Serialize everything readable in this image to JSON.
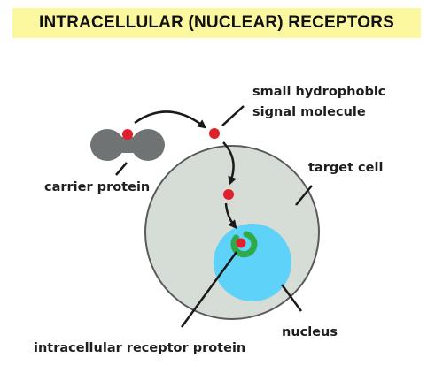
{
  "title": "INTRACELLULAR (NUCLEAR) RECEPTORS",
  "labels": {
    "signal_line1": "small hydrophobic",
    "signal_line2": "signal molecule",
    "target_cell": "target cell",
    "carrier_protein": "carrier protein",
    "nucleus": "nucleus",
    "receptor_protein": "intracellular receptor protein"
  },
  "colors": {
    "banner": "#fbf8a0",
    "cell": "#d6ddd6",
    "cell_border": "#5a5a5a",
    "nucleus": "#5ed2f8",
    "receptor": "#2eaa4a",
    "signal_molecule": "#e0202a",
    "carrier": "#6f7373"
  }
}
